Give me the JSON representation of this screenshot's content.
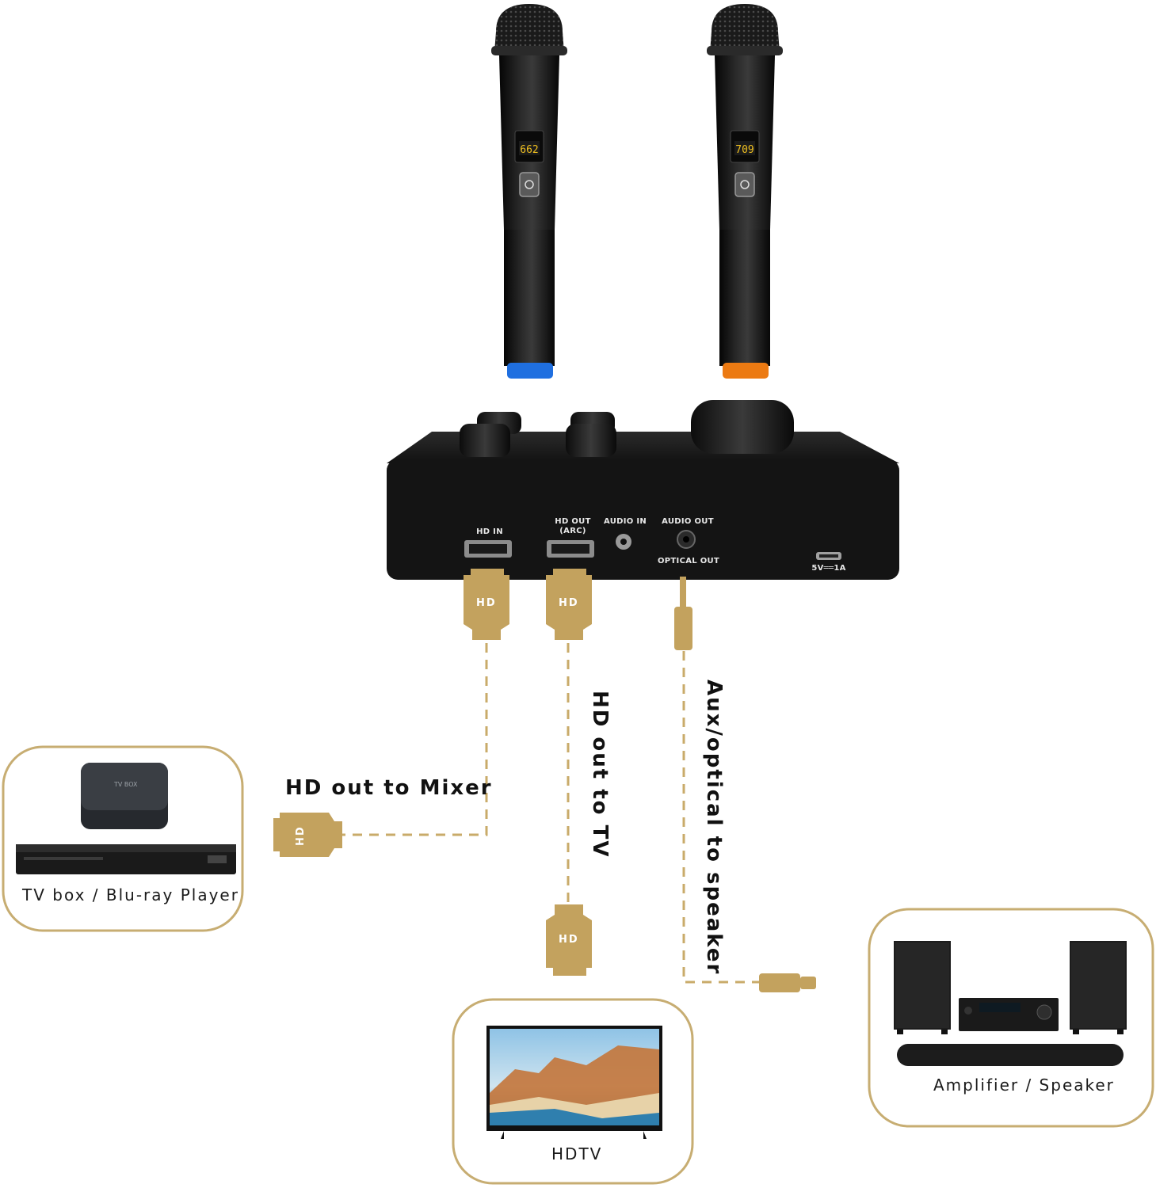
{
  "colors": {
    "gold": "#c3a25e",
    "cable": "#c9ab6a",
    "device_black": "#141414",
    "box_border": "#c7ad72"
  },
  "labels": {
    "hd_out_mixer": "HD out to Mixer",
    "hd_out_tv": "HD out to TV",
    "aux_optical": "Aux/optical to speaker",
    "tvbox_player": "TV box / Blu-ray Player",
    "hdtv": "HDTV",
    "amp_speaker": "Amplifier / Speaker",
    "tv_box_logo": "TV BOX"
  },
  "ports": {
    "hd_in": "HD  IN",
    "hd_out_line1": "HD OUT",
    "hd_out_line2": "(ARC)",
    "audio_in": "AUDIO IN",
    "audio_out": "AUDIO OUT",
    "optical_out": "OPTICAL OUT",
    "power": "5V══1A"
  },
  "plugs": {
    "connector_text": "HD"
  },
  "icons": {
    "microphone_left": "microphone-icon",
    "microphone_right": "microphone-icon",
    "mixer": "karaoke-mixer-icon",
    "tvbox": "tv-box-icon",
    "bluray": "bluray-player-icon",
    "tv": "television-icon",
    "speaker_left": "speaker-icon",
    "speaker_right": "speaker-icon",
    "receiver": "av-receiver-icon",
    "soundbar": "soundbar-icon"
  }
}
